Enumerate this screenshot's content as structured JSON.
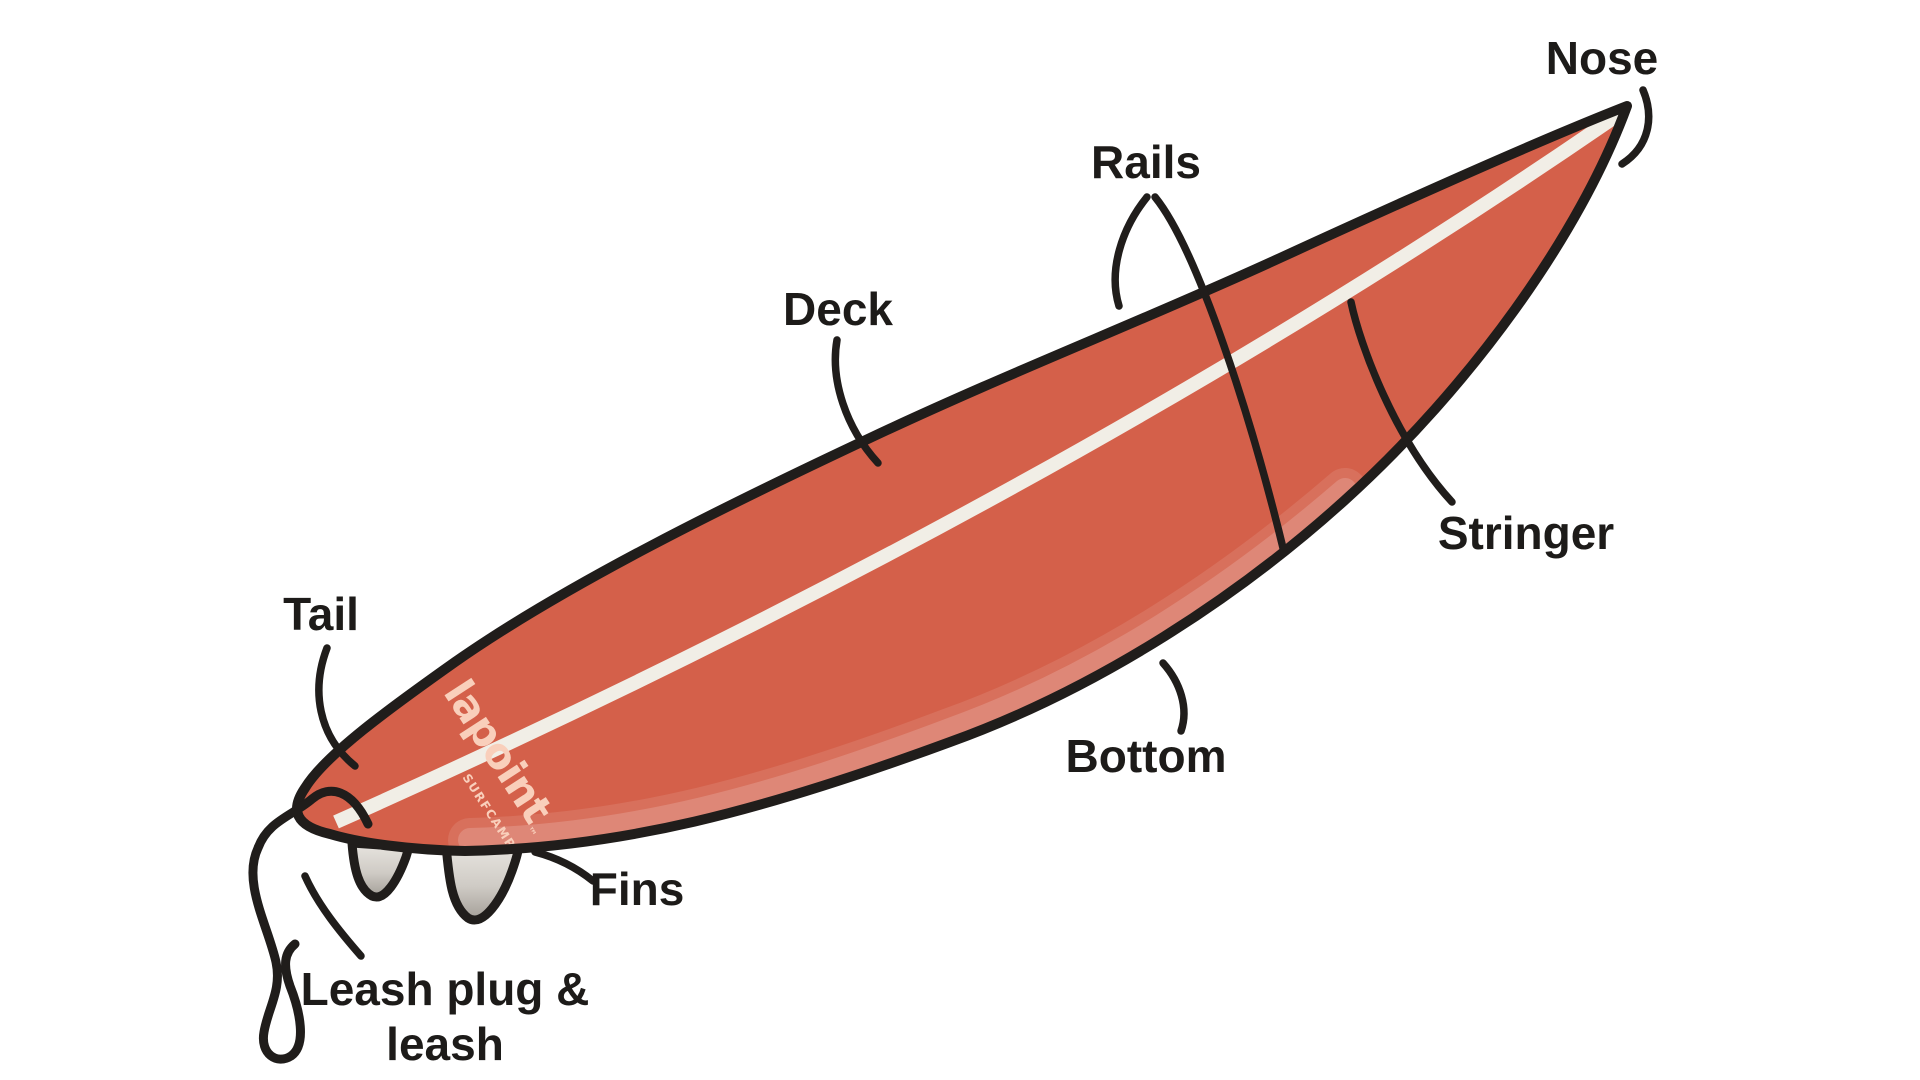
{
  "figure": {
    "type": "labeled-diagram",
    "subject": "surfboard parts",
    "background_color": "#ffffff",
    "board": {
      "fill_color": "#d4604a",
      "outline_color": "#201d1b",
      "stringer_color": "#f1eee6",
      "bottom_highlight_color": "rgba(255,255,255,0.17)",
      "fin_color_light": "#e8e5e0",
      "fin_color_dark": "#a39e97",
      "leash_color": "#201d1b",
      "logo": {
        "text": "lapoint",
        "subtext": "SURFCAMP",
        "trademark": "™",
        "color": "#f9cfbb"
      }
    },
    "labels": [
      {
        "id": "nose",
        "text": "Nose"
      },
      {
        "id": "rails",
        "text": "Rails"
      },
      {
        "id": "deck",
        "text": "Deck"
      },
      {
        "id": "stringer",
        "text": "Stringer"
      },
      {
        "id": "tail",
        "text": "Tail"
      },
      {
        "id": "bottom",
        "text": "Bottom"
      },
      {
        "id": "fins",
        "text": "Fins"
      },
      {
        "id": "leash",
        "text": "Leash plug &",
        "text2": "leash"
      }
    ]
  }
}
